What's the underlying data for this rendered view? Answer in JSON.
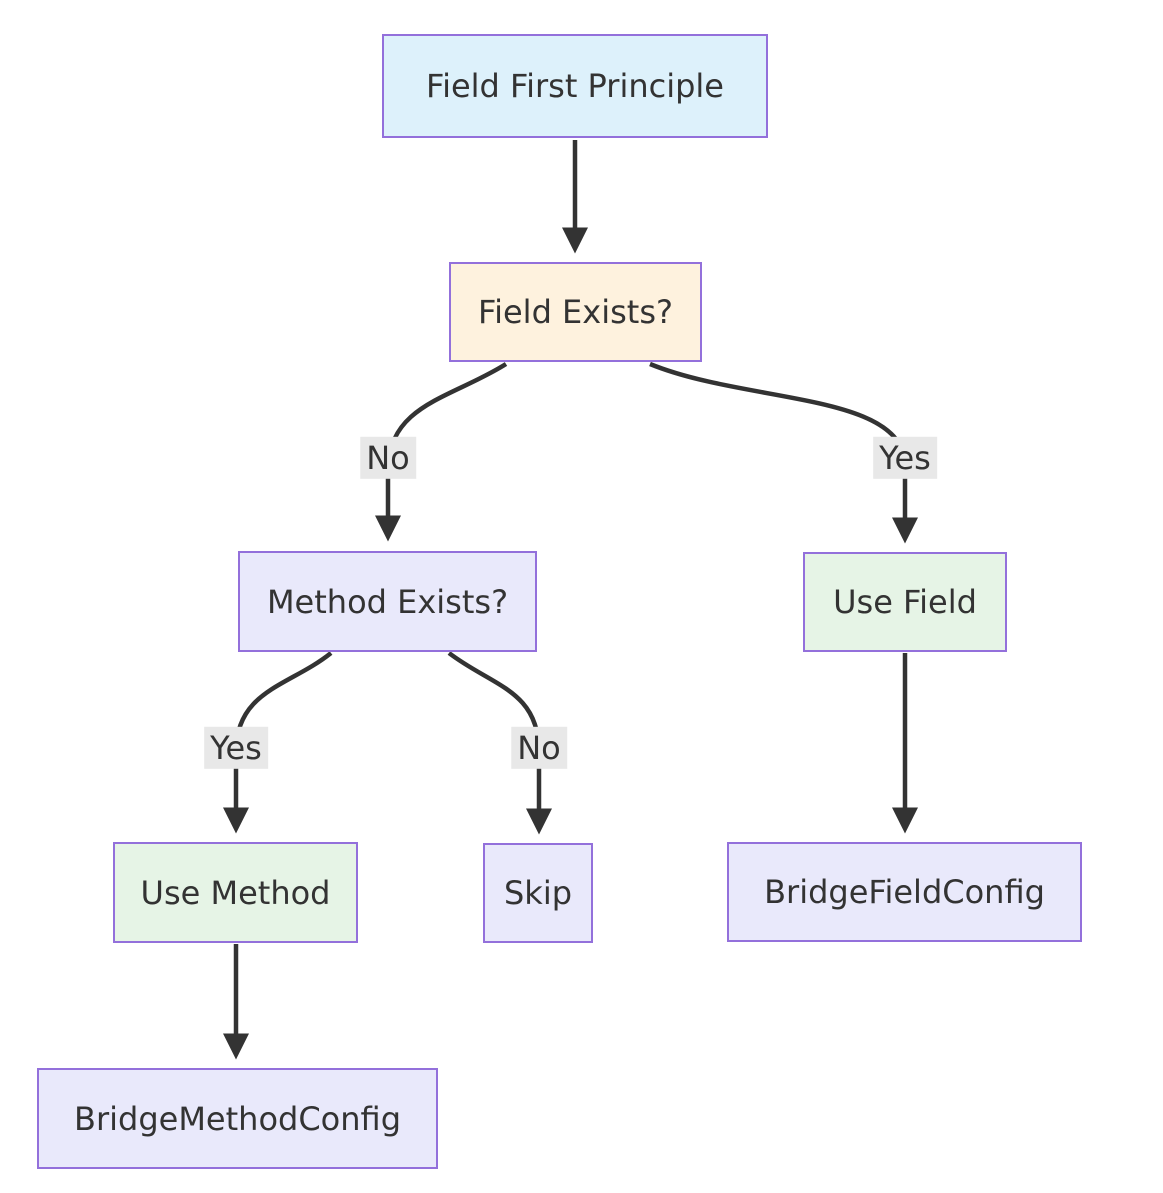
{
  "diagram": {
    "type": "flowchart",
    "direction": "top-down",
    "nodes": [
      {
        "id": "field-first-principle",
        "label": "Field First Principle",
        "shape": "rect",
        "fill": "#ddf1fb",
        "border": "#9370db"
      },
      {
        "id": "field-exists",
        "label": "Field Exists?",
        "shape": "rect",
        "fill": "#fef2de",
        "border": "#9370db"
      },
      {
        "id": "method-exists",
        "label": "Method Exists?",
        "shape": "rect",
        "fill": "#e9e9fb",
        "border": "#9370db"
      },
      {
        "id": "use-field",
        "label": "Use Field",
        "shape": "rect",
        "fill": "#e6f4e6",
        "border": "#9370db"
      },
      {
        "id": "use-method",
        "label": "Use Method",
        "shape": "rect",
        "fill": "#e6f4e6",
        "border": "#9370db"
      },
      {
        "id": "skip",
        "label": "Skip",
        "shape": "rect",
        "fill": "#e9e9fb",
        "border": "#9370db"
      },
      {
        "id": "bridge-field-config",
        "label": "BridgeFieldConfig",
        "shape": "rect",
        "fill": "#e9e9fb",
        "border": "#9370db"
      },
      {
        "id": "bridge-method-config",
        "label": "BridgeMethodConfig",
        "shape": "rect",
        "fill": "#e9e9fb",
        "border": "#9370db"
      }
    ],
    "edges": [
      {
        "from": "field-first-principle",
        "to": "field-exists",
        "label": ""
      },
      {
        "from": "field-exists",
        "to": "method-exists",
        "label": "No"
      },
      {
        "from": "field-exists",
        "to": "use-field",
        "label": "Yes"
      },
      {
        "from": "method-exists",
        "to": "use-method",
        "label": "Yes"
      },
      {
        "from": "method-exists",
        "to": "skip",
        "label": "No"
      },
      {
        "from": "use-method",
        "to": "bridge-method-config",
        "label": ""
      },
      {
        "from": "use-field",
        "to": "bridge-field-config",
        "label": ""
      }
    ],
    "colors": {
      "edge_stroke": "#333333",
      "edge_label_bg": "#e8e8e8",
      "node_border": "#9370db",
      "text": "#333333",
      "background": "#ffffff"
    }
  }
}
